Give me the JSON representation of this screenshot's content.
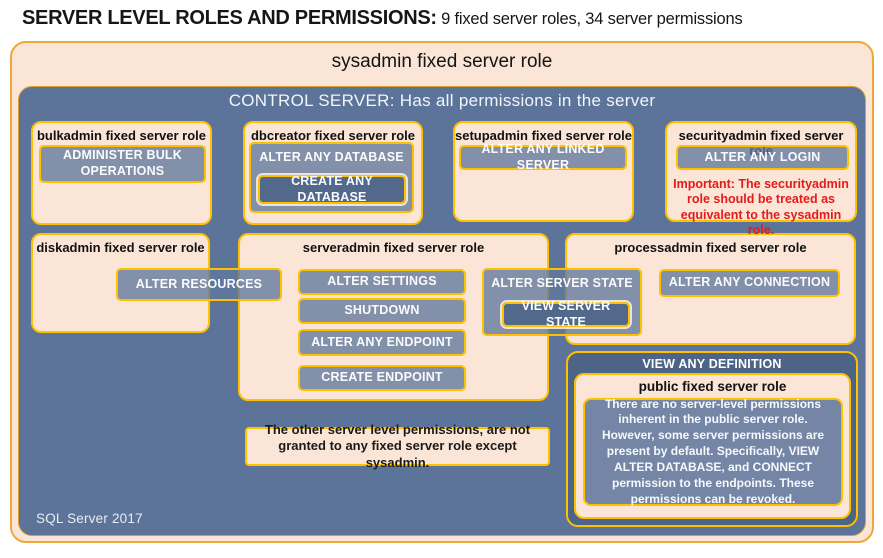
{
  "title": {
    "main": "SERVER LEVEL ROLES AND PERMISSIONS:",
    "suffix": " 9 fixed server roles, 34 server permissions"
  },
  "outer": {
    "label": "sysadmin fixed server role",
    "footer": "SQL Server 2017"
  },
  "control": {
    "label": "CONTROL SERVER: Has all permissions in the server"
  },
  "roles": {
    "bulkadmin": {
      "title": "bulkadmin fixed server role",
      "perm": "ADMINISTER  BULK OPERATIONS"
    },
    "dbcreator": {
      "title": "dbcreator fixed server role",
      "perm_outer": "ALTER ANY DATABASE",
      "perm_inner": "CREATE ANY DATABASE"
    },
    "setupadmin": {
      "title": "setupadmin fixed server role",
      "perm": "ALTER ANY LINKED SERVER"
    },
    "securityadmin": {
      "title": "securityadmin fixed server role",
      "perm": "ALTER ANY LOGIN",
      "warning": "Important: The securityadmin role should be treated as equivalent to the sysadmin role."
    },
    "diskadmin": {
      "title": "diskadmin fixed server role",
      "perm": "ALTER RESOURCES"
    },
    "serveradmin": {
      "title": "serveradmin fixed server role",
      "perms": [
        "ALTER SETTINGS",
        "SHUTDOWN",
        "ALTER ANY ENDPOINT",
        "CREATE ENDPOINT"
      ]
    },
    "shared_state": {
      "perm_outer": "ALTER SERVER STATE",
      "perm_inner": "VIEW SERVER STATE"
    },
    "processadmin": {
      "title": "processadmin fixed server role",
      "perm": "ALTER ANY CONNECTION"
    },
    "public": {
      "outer_perm": "VIEW ANY DEFINITION",
      "title": "public fixed server role",
      "description": "There are no server-level permissions inherent in the public server role. However, some server permissions are present by default. Specifically, VIEW ALTER DATABASE, and CONNECT permission to the endpoints. These permissions can be revoked."
    }
  },
  "note": {
    "text": "The other server level permissions,  are not granted to any fixed server role except sysadmin."
  },
  "colors": {
    "peach": "#FAE5D6",
    "blue": "#5C7499",
    "dark_panel": "#4C6586",
    "perm_gray": "#8493AE",
    "gold_border": "#FFC000",
    "orange_border": "#EFA73B",
    "warning_red": "#E51A1A"
  }
}
